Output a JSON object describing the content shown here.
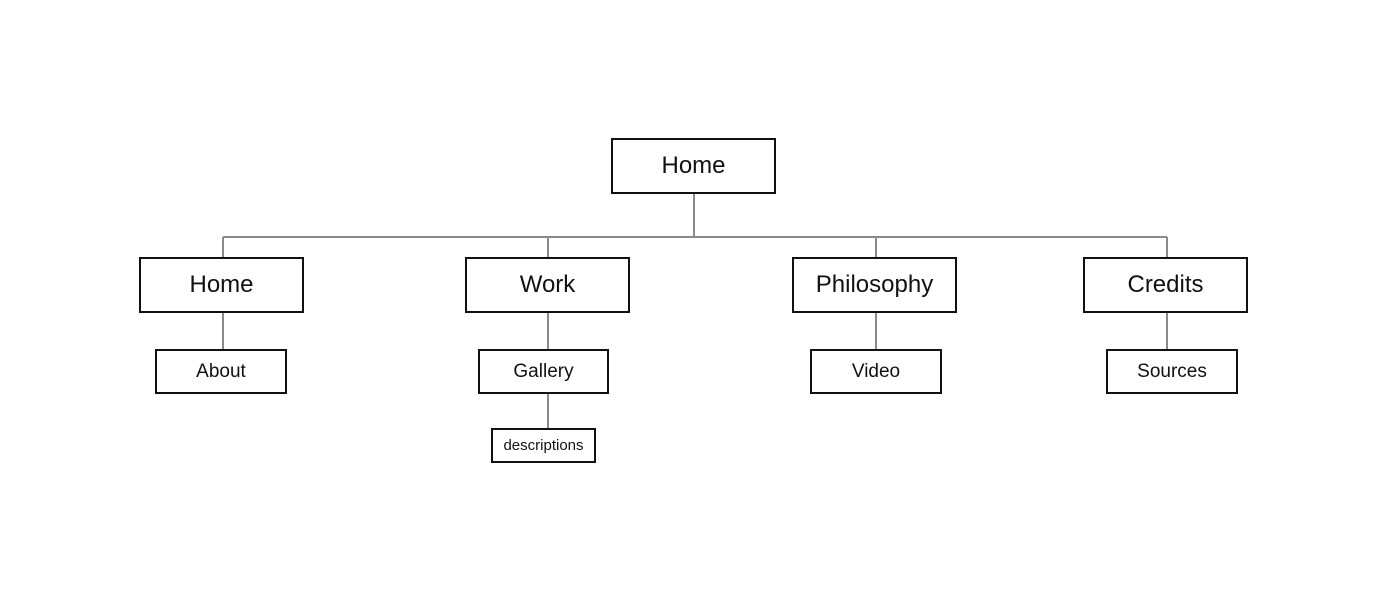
{
  "diagram": {
    "root": {
      "label": "Home"
    },
    "sections": [
      {
        "label": "Home",
        "children": [
          {
            "label": "About"
          }
        ]
      },
      {
        "label": "Work",
        "children": [
          {
            "label": "Gallery",
            "children": [
              {
                "label": "descriptions"
              }
            ]
          }
        ]
      },
      {
        "label": "Philosophy",
        "children": [
          {
            "label": "Video"
          }
        ]
      },
      {
        "label": "Credits",
        "children": [
          {
            "label": "Sources"
          }
        ]
      }
    ],
    "colors": {
      "box_border": "#111111",
      "connector": "#8a8a8a",
      "background": "#ffffff"
    }
  }
}
